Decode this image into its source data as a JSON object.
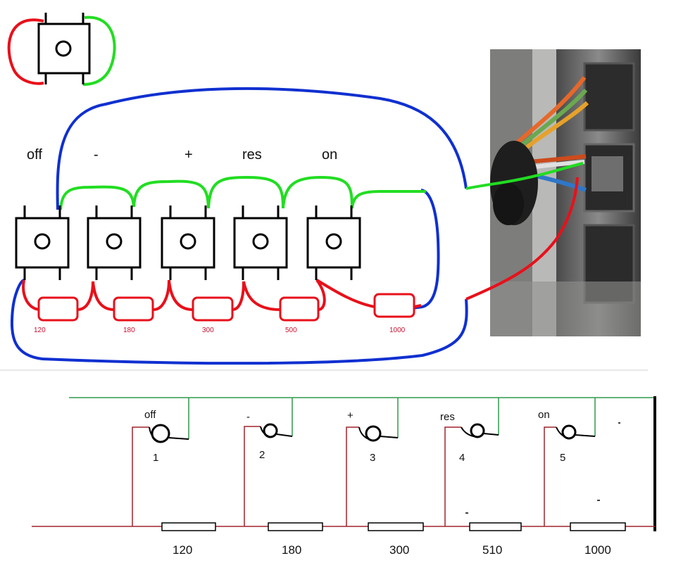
{
  "colors": {
    "red_wire": "#e8101a",
    "green_wire": "#22dd22",
    "blue_wire": "#1030d0",
    "bottom_green": "#2f9a4a",
    "bottom_red": "#a0242c"
  },
  "top_diagram": {
    "buttons": [
      {
        "label": "off",
        "resistor": "120"
      },
      {
        "label": "-",
        "resistor": "180"
      },
      {
        "label": "+",
        "resistor": "300"
      },
      {
        "label": "res",
        "resistor": "500"
      },
      {
        "label": "on",
        "resistor": "1000"
      }
    ]
  },
  "bottom_schematic": {
    "buttons": [
      {
        "label": "off",
        "number": "1"
      },
      {
        "label": "-",
        "number": "2"
      },
      {
        "label": "+",
        "number": "3"
      },
      {
        "label": "res",
        "number": "4"
      },
      {
        "label": "on",
        "number": "5"
      }
    ],
    "resistors": [
      "120",
      "180",
      "300",
      "510",
      "1000"
    ]
  }
}
